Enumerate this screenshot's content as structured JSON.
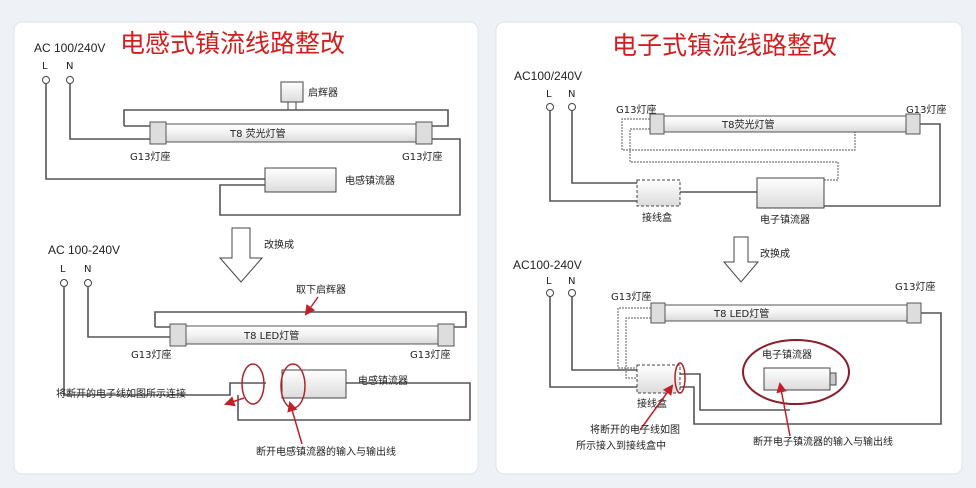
{
  "left": {
    "title": "电感式镇流线路整改",
    "ac_top": "AC 100/240V",
    "l": "L",
    "n": "N",
    "starter": "启辉器",
    "tube_top": "T8 荧光灯管",
    "g13_left": "G13灯座",
    "g13_right": "G13灯座",
    "ballast_top": "电感镇流器",
    "change": "改换成",
    "ac_bottom": "AC 100-240V",
    "l2": "L",
    "n2": "N",
    "remove_starter": "取下启辉器",
    "tube_bottom": "T8 LED灯管",
    "g13_left2": "G13灯座",
    "g13_right2": "G13灯座",
    "ballast_bottom": "电感镇流器",
    "note_connect": "将断开的电子线如图所示连接",
    "note_disconnect": "断开电感镇流器的输入与输出线"
  },
  "right": {
    "title": "电子式镇流线路整改",
    "ac_top": "AC100/240V",
    "l": "L",
    "n": "N",
    "g13_left": "G13灯座",
    "g13_right": "G13灯座",
    "tube_top": "T8荧光灯管",
    "junction": "接线盒",
    "ballast": "电子镇流器",
    "change": "改换成",
    "ac_bottom": "AC100-240V",
    "l2": "L",
    "n2": "N",
    "g13_left2": "G13灯座",
    "g13_right2": "G13灯座",
    "tube_bottom": "T8 LED灯管",
    "ballast_circle": "电子镇流器",
    "junction2": "接线盒",
    "note_connect_1": "将断开的电子线如图",
    "note_connect_2": "所示接入到接线盒中",
    "note_disconnect": "断开电子镇流器的输入与输出线"
  }
}
